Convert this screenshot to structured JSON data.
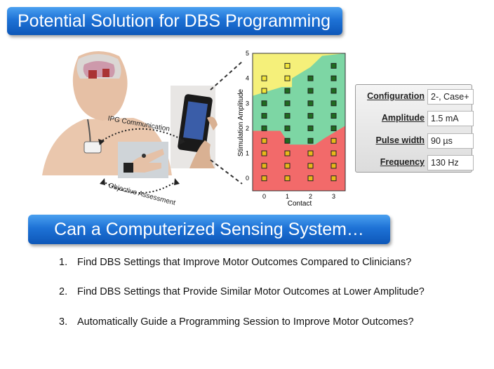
{
  "title": "Potential Solution for DBS Programming",
  "illustration": {
    "arrow_top_label": "IPG Communication",
    "arrow_bottom_label": "Objective Assessment"
  },
  "chart_data": {
    "type": "heatmap",
    "ylabel": "Stimulation Amplitude",
    "xlabel": "Contact",
    "x_ticks": [
      "0",
      "1",
      "2",
      "3"
    ],
    "y_ticks": [
      "0",
      "1",
      "2",
      "3",
      "4",
      "5"
    ],
    "xlim": [
      -0.5,
      3.5
    ],
    "ylim": [
      -0.5,
      5
    ],
    "grid": false,
    "region_colors": {
      "low": "#f26a6a",
      "mid": "#7dd6a4",
      "high": "#f5f07a"
    },
    "columns": [
      {
        "contact": 0,
        "amplitudes": [
          0,
          0.5,
          1,
          1.5,
          2,
          2.5,
          3,
          3.5,
          4
        ]
      },
      {
        "contact": 1,
        "amplitudes": [
          0,
          0.5,
          1,
          1.5,
          2,
          2.5,
          3,
          3.5,
          4,
          4.5
        ]
      },
      {
        "contact": 2,
        "amplitudes": [
          0,
          0.5,
          1,
          1.5,
          2,
          2.5,
          3,
          3.5,
          4
        ]
      },
      {
        "contact": 3,
        "amplitudes": [
          0,
          0.5,
          1,
          1.5,
          2,
          2.5,
          3,
          3.5,
          4,
          4.5
        ]
      }
    ],
    "marker_colors": {
      "low": "#e8b81a",
      "mid": "#1f6b1f",
      "high": "#f2e63a"
    }
  },
  "settings": [
    {
      "label": "Configuration",
      "value": "2-, Case+"
    },
    {
      "label": "Amplitude",
      "value": "1.5 mA"
    },
    {
      "label": "Pulse width",
      "value": "90 µs"
    },
    {
      "label": "Frequency",
      "value": "130 Hz"
    }
  ],
  "question_title": "Can a Computerized Sensing System…",
  "questions": [
    {
      "num": "1.",
      "text": "Find DBS Settings that Improve Motor Outcomes Compared to Clinicians?"
    },
    {
      "num": "2.",
      "text": "Find DBS Settings that Provide Similar Motor Outcomes at Lower Amplitude?"
    },
    {
      "num": "3.",
      "text": "Automatically Guide a Programming Session to Improve Motor Outcomes?"
    }
  ]
}
